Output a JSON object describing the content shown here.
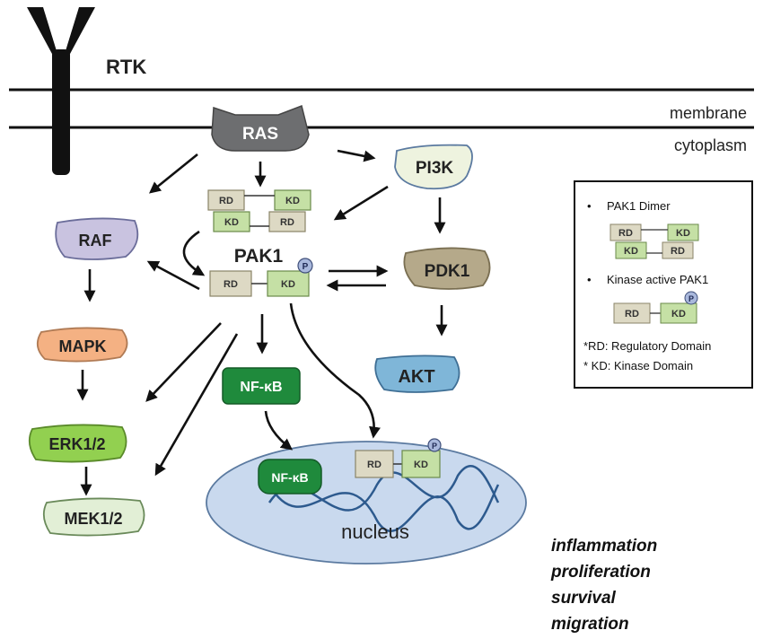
{
  "labels": {
    "rtk": "RTK",
    "membrane": "membrane",
    "cytoplasm": "cytoplasm",
    "ras": "RAS",
    "pi3k": "PI3K",
    "raf": "RAF",
    "pak1": "PAK1",
    "pdk1": "PDK1",
    "mapk": "MAPK",
    "akt": "AKT",
    "nfkb": "NF-κB",
    "erk": "ERK1/2",
    "mek": "MEK1/2",
    "nucleus": "nucleus",
    "rd": "RD",
    "kd": "KD",
    "p": "P"
  },
  "legend": {
    "bullet": "•",
    "dimer": "PAK1 Dimer",
    "active": "Kinase active PAK1",
    "rd_def": "*RD: Regulatory Domain",
    "kd_def": "* KD: Kinase Domain"
  },
  "outcomes": [
    "inflammation",
    "proliferation",
    "survival",
    "migration"
  ],
  "colors": {
    "ras": "#6d6e70",
    "pi3k": "#eef3df",
    "raf": "#c9c3e0",
    "pdk1": "#b5a98a",
    "mapk": "#f4b183",
    "akt": "#7fb6d8",
    "nfkb": "#1f8a3c",
    "erk": "#92d050",
    "mek": "#e2efd6",
    "nucleus": "#c9d9ee",
    "rd": "#ddd9c4",
    "kd": "#c5e0a5"
  }
}
